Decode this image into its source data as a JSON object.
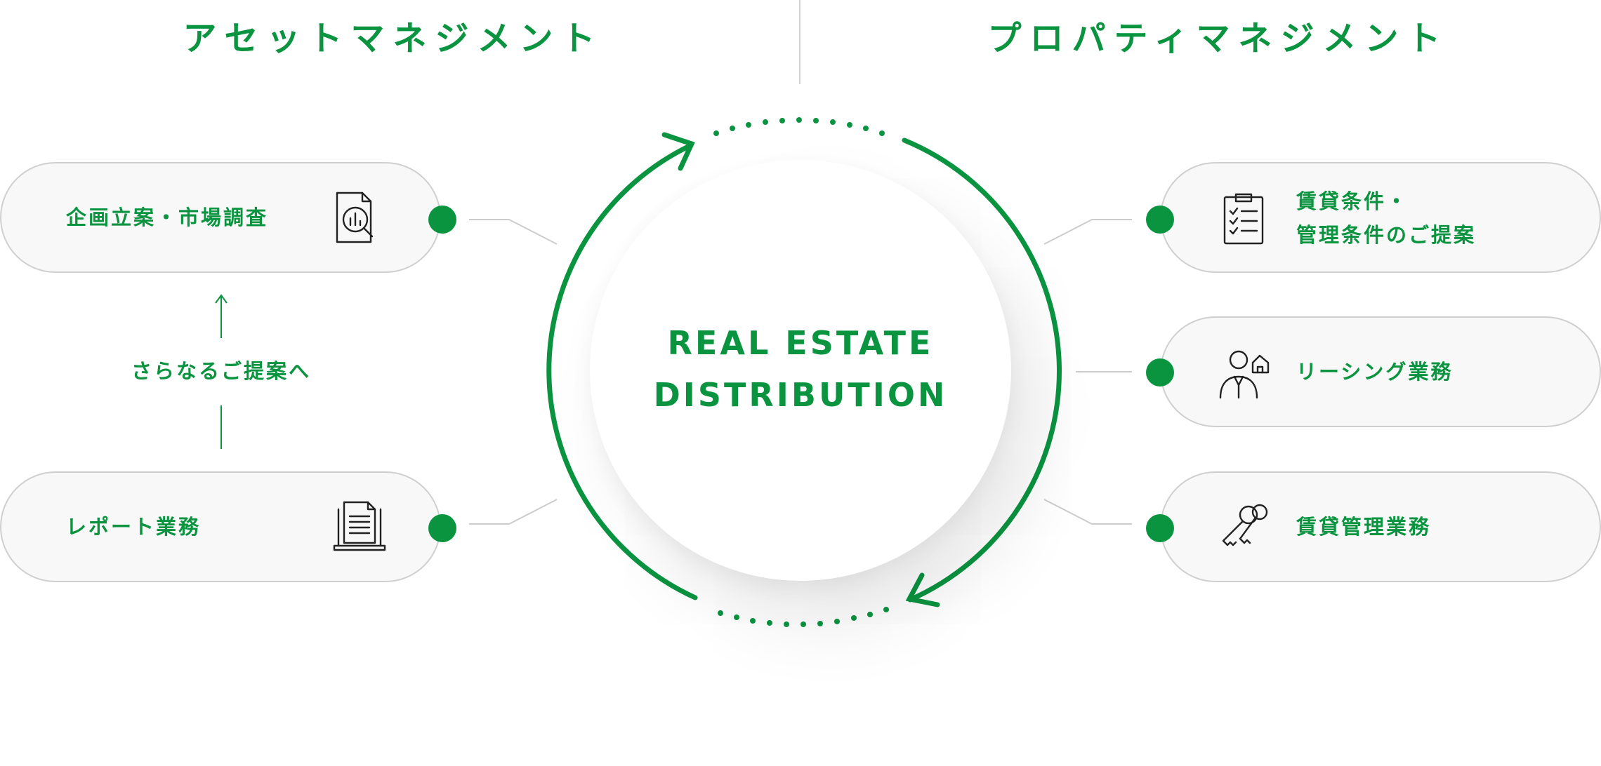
{
  "headings": {
    "left": "アセットマネジメント",
    "right": "プロパティマネジメント"
  },
  "left_items": [
    {
      "label": "企画立案・市場調査",
      "icon": "market-research-icon"
    },
    {
      "label": "レポート業務",
      "icon": "report-document-icon"
    }
  ],
  "cycle_label": "さらなるご提案へ",
  "right_items": [
    {
      "label_line1": "賃貸条件・",
      "label_line2": "管理条件のご提案",
      "icon": "clipboard-checklist-icon"
    },
    {
      "label": "リーシング業務",
      "icon": "agent-house-icon"
    },
    {
      "label": "賃貸管理業務",
      "icon": "keys-icon"
    }
  ],
  "center": {
    "line1": "REAL ESTATE",
    "line2": "DISTRIBUTION"
  },
  "colors": {
    "accent": "#0a9440",
    "pill_border": "#cfcfcf",
    "pill_bg": "#f8f8f8",
    "connector": "#cccccc"
  }
}
